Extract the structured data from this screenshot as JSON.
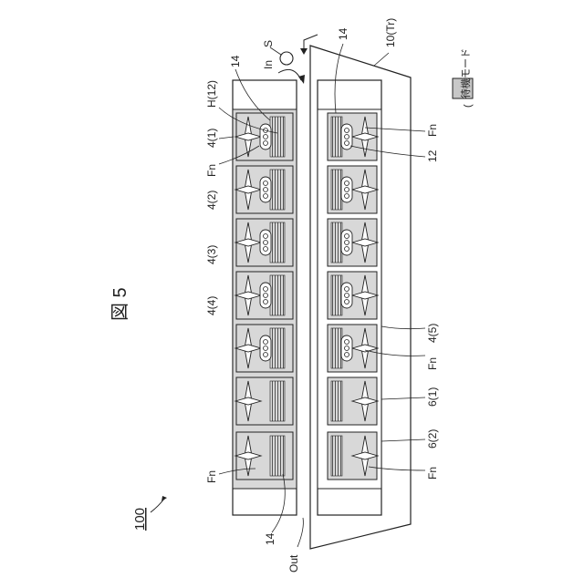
{
  "figure": {
    "title": "図 5",
    "labels": {
      "system": "100",
      "tray": "10(Tr)",
      "sensor": "S",
      "inlet": "In",
      "outlet": "Out",
      "heater": "H(12)",
      "fan_left_top": "Fn",
      "fan_left_bottom": "Fn",
      "fan_right_top": "Fn",
      "fan_right_mid": "Fn",
      "fan_right_bottom": "Fn",
      "fin_top_left": "14",
      "fin_top_right": "14",
      "fin_bottom": "14",
      "heater_right": "12",
      "unit_1": "4(1)",
      "unit_2": "4(2)",
      "unit_3": "4(3)",
      "unit_4": "4(4)",
      "unit_5": "4(5)",
      "aux_1": "6(1)",
      "aux_2": "6(2)"
    },
    "legend": {
      "label": "待機モード"
    }
  }
}
